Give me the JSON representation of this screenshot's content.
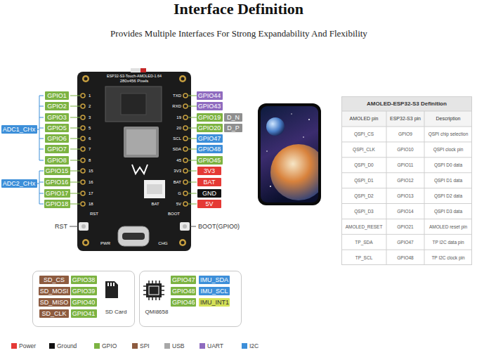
{
  "diagram": {
    "title": "Interface Definition",
    "nodes": [
      {
        "text": [
          "ESP32-S3-Touch-AMOLED-1.64",
          "280x456 Pixels"
        ]
      },
      {
        "text": [
          "AMOLED-ESP32-S3 Definition"
        ]
      },
      {
        "text": [
          "SD Card"
        ]
      },
      {
        "text": [
          "QMI8658"
        ]
      }
    ],
    "labels": [
      "Provides Multiple Interfaces For Strong Expandability And Flexibility",
      "GPIO1",
      "GPIO2",
      "GPIO3",
      "GPIO5",
      "GPIO6",
      "GPIO7",
      "GPIO8",
      "GPIO15",
      "GPIO16",
      "GPIO17",
      "GPIO18",
      "ADC1_CHx",
      "ADC2_CHx",
      "GPIO44",
      "GPIO43",
      "GPIO19",
      "D_N",
      "GPIO20",
      "D_P",
      "GPIO47",
      "GPIO48",
      "GPIO45",
      "3V3",
      "BAT",
      "GND",
      "5V",
      "RST",
      "BOOT(GPIO0)",
      "1",
      "2",
      "3",
      "5",
      "6",
      "7",
      "8",
      "15",
      "16",
      "17",
      "18",
      "TXD",
      "RXD",
      "19",
      "20",
      "SCL",
      "SDA",
      "45",
      "3V3",
      "BAT",
      "G",
      "5V",
      "BAT",
      "RST",
      "BOOT",
      "PWR",
      "CHG",
      "AMOLED pin",
      "ESP32-S3 pin",
      "Description",
      "QSPI_CS",
      "GPIO9",
      "QSPI chip selection",
      "QSPI_CLK",
      "GPIO10",
      "QSPI clock pin",
      "QSPI_D0",
      "GPIO11",
      "QSPI D0 data",
      "QSPI_D1",
      "GPIO12",
      "QSPI D1 data",
      "QSPI_D2",
      "GPIO13",
      "QSPI D2 data",
      "QSPI_D3",
      "GPIO14",
      "QSPI D3 data",
      "AMOLED_RESET",
      "GPIO21",
      "AMOLED reset pin",
      "TP_SDA",
      "GPIO47",
      "TP I2C data pin",
      "TP_SCL",
      "GPIO48",
      "TP I2C clock pin",
      "SD_CS",
      "GPIO38",
      "SD_MOSI",
      "GPIO39",
      "SD_MISO",
      "GPIO40",
      "SD_CLK",
      "GPIO41",
      "GPIO47",
      "IMU_SDA",
      "GPIO48",
      "IMU_SCL",
      "GPIO46",
      "IMU_INT1"
    ],
    "legend": [
      {
        "text": "Power",
        "color": "#e53935"
      },
      {
        "text": "Ground",
        "color": "#111111"
      },
      {
        "text": "GPIO",
        "color": "#7cb342"
      },
      {
        "text": "SPI",
        "color": "#8d5b3f"
      },
      {
        "text": "USB",
        "color": "#a8a8a8"
      },
      {
        "text": "UART",
        "color": "#8e6bbf"
      },
      {
        "text": "I2C",
        "color": "#3d8fd9"
      }
    ]
  }
}
